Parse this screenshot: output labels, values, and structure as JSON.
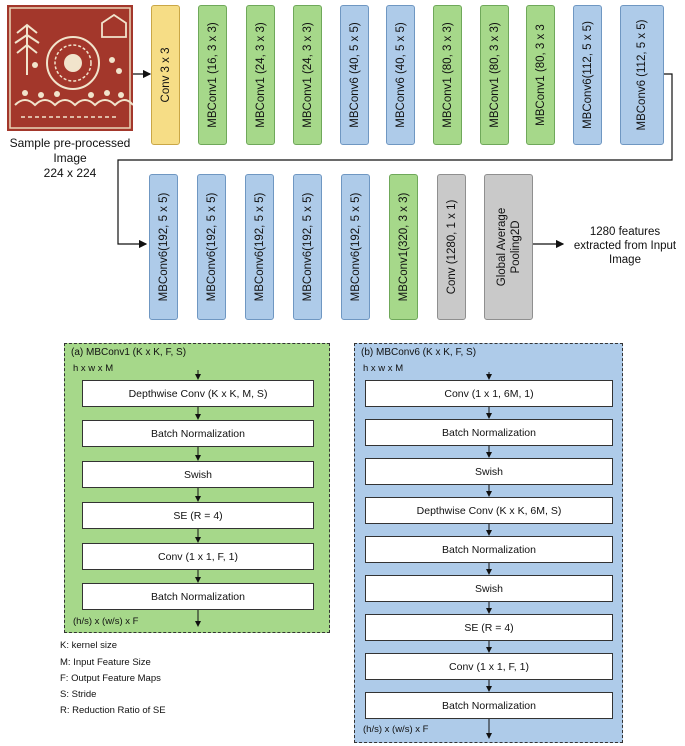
{
  "colors": {
    "mbconv6_blue": "#aecbe9",
    "mbconv1_green": "#a6d88a",
    "conv_yellow": "#f6dd86",
    "pool_gray": "#c9c9c9"
  },
  "input": {
    "caption_line1": "Sample pre-processed",
    "caption_line2": "Image",
    "caption_line3": "224 x 224"
  },
  "row1_blocks": [
    {
      "label": "Conv 3 x 3",
      "color": "yellow"
    },
    {
      "label": "MBConv1 (16, 3 x 3)",
      "color": "green"
    },
    {
      "label": "MBConv1 (24, 3 x 3)",
      "color": "green"
    },
    {
      "label": "MBConv1 (24, 3 x 3)",
      "color": "green"
    },
    {
      "label": "MBConv6 (40, 5 x 5)",
      "color": "blue"
    },
    {
      "label": "MBConv6 (40, 5 x 5)",
      "color": "blue"
    },
    {
      "label": "MBConv1 (80, 3 x 3)",
      "color": "green"
    },
    {
      "label": "MBConv1 (80, 3 x 3)",
      "color": "green"
    },
    {
      "label": "MBConv1 (80, 3 x 3",
      "color": "green"
    },
    {
      "label": "MBConv6(112, 5 x 5)",
      "color": "blue"
    },
    {
      "label": "MBConv6 (112, 5 x 5)",
      "color": "blue"
    }
  ],
  "row2_blocks": [
    {
      "label": "MBConv6(192, 5 x 5)",
      "color": "blue"
    },
    {
      "label": "MBConv6(192, 5 x 5)",
      "color": "blue"
    },
    {
      "label": "MBConv6(192, 5 x 5)",
      "color": "blue"
    },
    {
      "label": "MBConv6(192, 5 x 5)",
      "color": "blue"
    },
    {
      "label": "MBConv6(192, 5 x 5)",
      "color": "blue"
    },
    {
      "label": "MBConv1(320, 3 x 3)",
      "color": "green"
    },
    {
      "label": "Conv (1280,  1 x 1)",
      "color": "gray"
    },
    {
      "label": "Global Average Pooling2D",
      "color": "gray"
    }
  ],
  "output": {
    "line1": "1280 features",
    "line2": "extracted from Input",
    "line3": "Image"
  },
  "panel_a": {
    "title": "(a) MBConv1 (K x K, F, S)",
    "input_dims": "h x w x M",
    "layers": [
      "Depthwise Conv (K x K, M, S)",
      "Batch Normalization",
      "Swish",
      "SE (R = 4)",
      "Conv (1 x 1, F, 1)",
      "Batch Normalization"
    ],
    "output_dims": "(h/s) x (w/s) x F"
  },
  "panel_b": {
    "title": "(b) MBConv6 (K x K, F, S)",
    "input_dims": "h x w x M",
    "layers": [
      "Conv (1 x 1, 6M, 1)",
      "Batch Normalization",
      "Swish",
      "Depthwise Conv (K x K, 6M, S)",
      "Batch Normalization",
      "Swish",
      "SE (R = 4)",
      "Conv (1 x 1, F, 1)",
      "Batch Normalization"
    ],
    "output_dims": "(h/s) x (w/s) x F"
  },
  "legend": [
    "K: kernel size",
    "M: Input Feature Size",
    "F: Output Feature Maps",
    "S: Stride",
    "R: Reduction Ratio of SE"
  ]
}
